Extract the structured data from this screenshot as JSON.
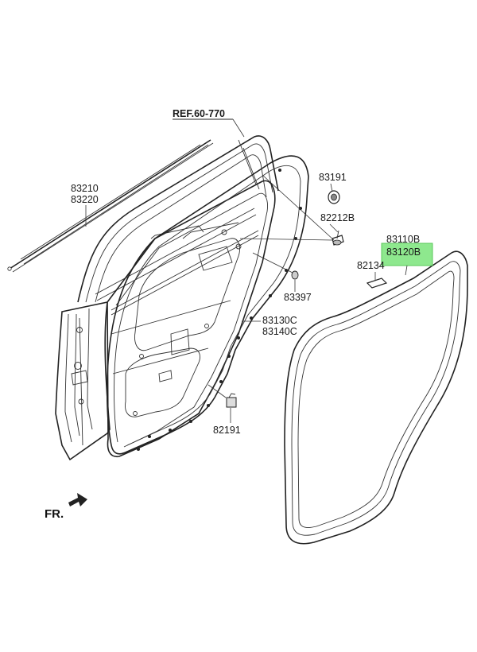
{
  "diagram": {
    "reference": "REF.60-770",
    "front_indicator": "FR.",
    "highlight_color": "#8ee88e",
    "parts": [
      {
        "id": "p83210",
        "lines": [
          "83210",
          "83220"
        ]
      },
      {
        "id": "p83191",
        "lines": [
          "83191"
        ]
      },
      {
        "id": "p82212B",
        "lines": [
          "82212B"
        ]
      },
      {
        "id": "p83110B",
        "lines": [
          "83110B",
          "83120B"
        ],
        "highlighted": true
      },
      {
        "id": "p82134",
        "lines": [
          "82134"
        ]
      },
      {
        "id": "p83397",
        "lines": [
          "83397"
        ]
      },
      {
        "id": "p83130C",
        "lines": [
          "83130C",
          "83140C"
        ]
      },
      {
        "id": "p82191",
        "lines": [
          "82191"
        ]
      }
    ]
  }
}
